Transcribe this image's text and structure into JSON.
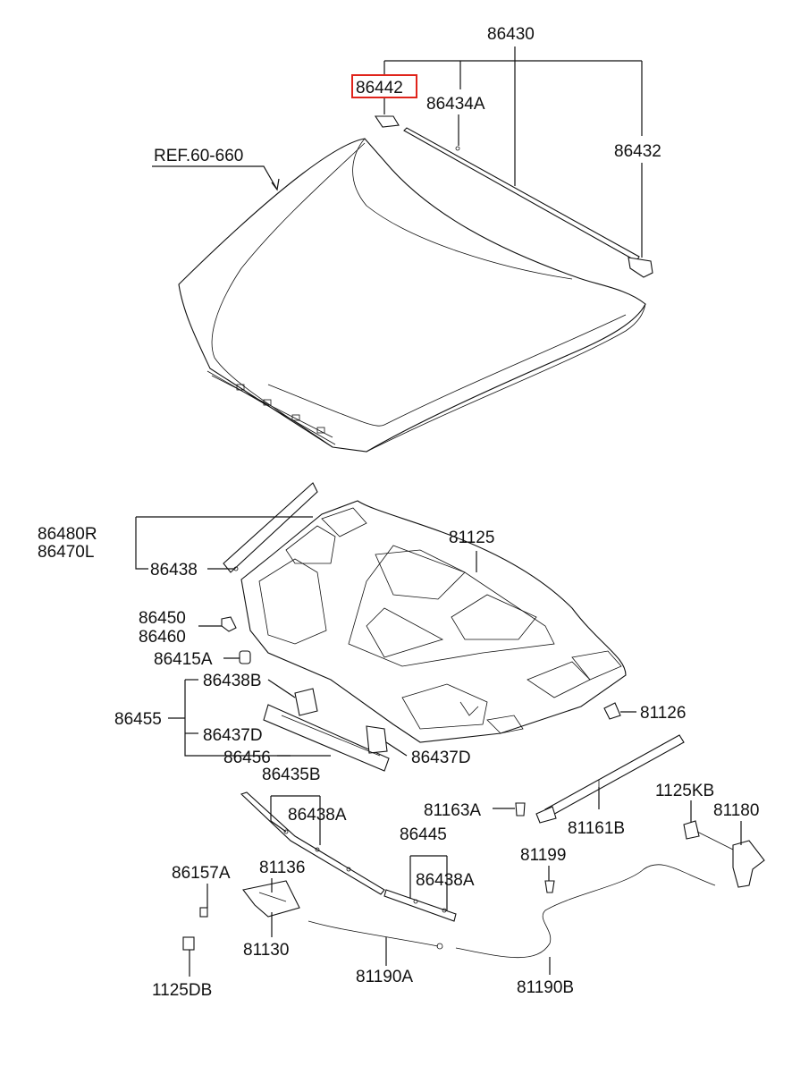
{
  "labels": {
    "p86430": "86430",
    "p86442": "86442",
    "p86434A": "86434A",
    "p86432": "86432",
    "ref": "REF.60-660",
    "p86480R": "86480R",
    "p86470L": "86470L",
    "p86438": "86438",
    "p81125": "81125",
    "p86450": "86450",
    "p86460": "86460",
    "p86415A": "86415A",
    "p86438B": "86438B",
    "p86455": "86455",
    "p86437D_a": "86437D",
    "p86456": "86456",
    "p86437D_b": "86437D",
    "p81126": "81126",
    "p86435B": "86435B",
    "p86438A_a": "86438A",
    "p81163A": "81163A",
    "p81161B": "81161B",
    "p1125KB": "1125KB",
    "p81180": "81180",
    "p86445": "86445",
    "p86438A_b": "86438A",
    "p81199": "81199",
    "p86157A": "86157A",
    "p81136": "81136",
    "p81130": "81130",
    "p1125DB": "1125DB",
    "p81190A": "81190A",
    "p81190B": "81190B"
  },
  "highlight": {
    "part": "86442",
    "color": "#e0241b"
  },
  "icons": [
    "hood-panel",
    "hood-insulator-pad",
    "hood-seal-strip",
    "hood-lift-strut",
    "hood-latch",
    "release-cable",
    "release-handle",
    "bolt",
    "clip"
  ]
}
